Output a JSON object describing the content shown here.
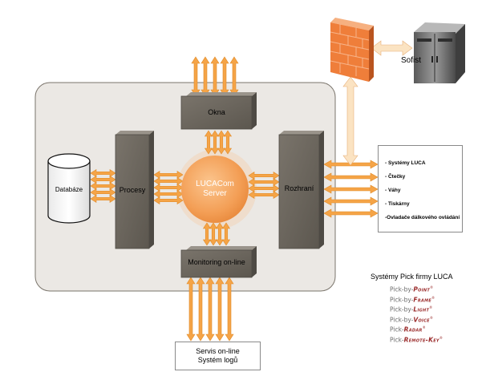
{
  "boxes": {
    "okna": "Okna",
    "procesy": "Procesy",
    "rozhrani": "Rozhraní",
    "monitoring": "Monitoring on-line",
    "databaze": "Databáze"
  },
  "server": {
    "line1": "LUCACom",
    "line2": "Server"
  },
  "sofist": "Sofist",
  "systems_list": [
    "- Systémy LUCA",
    "- Čtečky",
    "- Váhy",
    "- Tiskárny",
    "-Ovladače dálkového ovládání"
  ],
  "log_box": {
    "line1": "Servis on-line",
    "line2": "Systém logů"
  },
  "pick": {
    "title": "Systémy Pick firmy LUCA",
    "items": [
      {
        "prefix": "Pick-by-",
        "name": "Point"
      },
      {
        "prefix": "Pick-by-",
        "name": "Frame"
      },
      {
        "prefix": "Pick-by-",
        "name": "Light"
      },
      {
        "prefix": "Pick-by-",
        "name": "Voice"
      },
      {
        "prefix": "Pick-",
        "name": "Radar"
      },
      {
        "prefix": "Pick-",
        "name": "Remote-Key"
      }
    ]
  },
  "colors": {
    "arrow": "#f5a447",
    "arrow_stroke": "#e08a28",
    "box": "#6d675f",
    "panel": "#ebe8e4",
    "server": "#f3a25a",
    "firewall": "#ef7e3a"
  },
  "icons": [
    "firewall-icon",
    "server-cabinet-icon",
    "database-icon"
  ]
}
